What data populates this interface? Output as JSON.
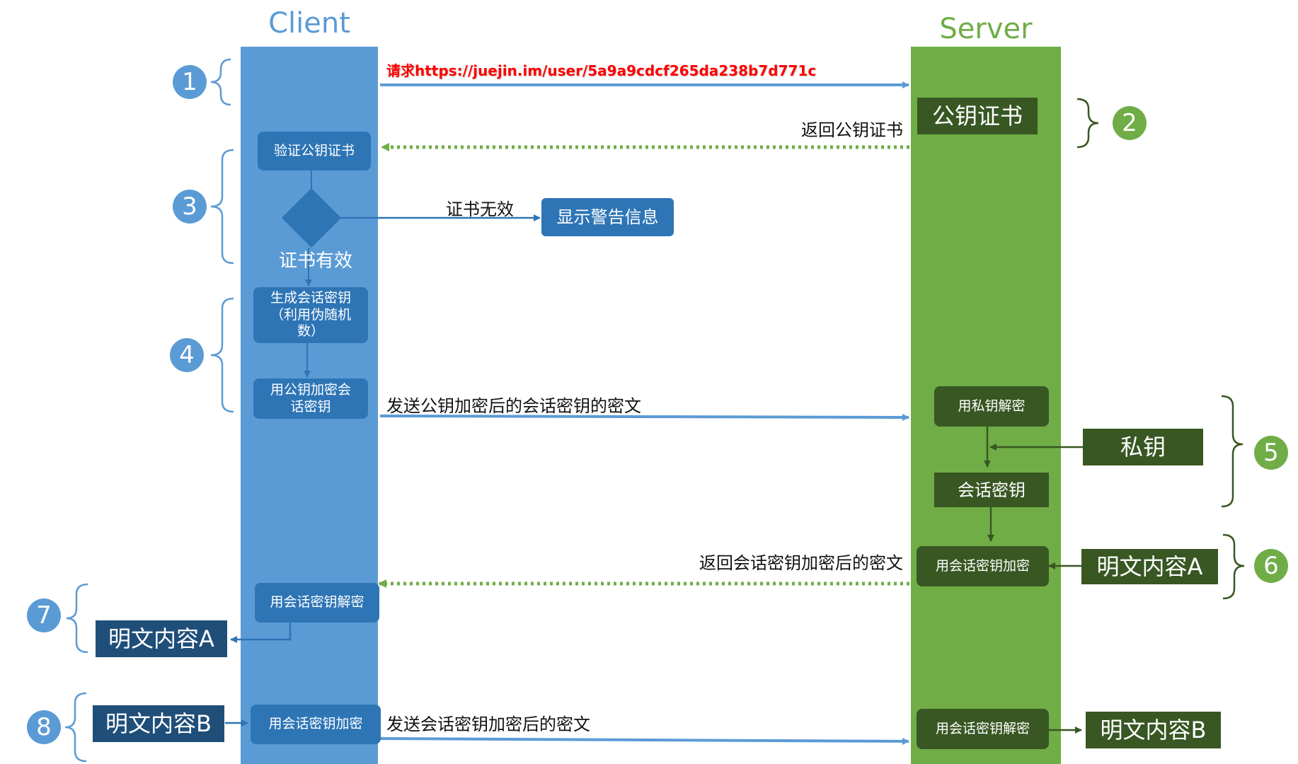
{
  "lanes": {
    "client": {
      "title": "Client",
      "color": "#5b9bd5",
      "title_color": "#5b9bd5"
    },
    "server": {
      "title": "Server",
      "color": "#70ad47",
      "title_color": "#70ad47"
    }
  },
  "client_nodes": {
    "verify_cert": "验证公钥证书",
    "cert_valid": "证书有效",
    "gen_session_key": "生成会话密钥\n（利用伪随机\n数）",
    "encrypt_session_key": "用公钥加密会\n话密钥",
    "decrypt_with_session_key": "用会话密钥解密",
    "encrypt_with_session_key": "用会话密钥加密",
    "warning": "显示警告信息"
  },
  "server_nodes": {
    "public_cert": "公钥证书",
    "decrypt_private": "用私钥解密",
    "private_key": "私钥",
    "session_key": "会话密钥",
    "encrypt_with_session_key": "用会话密钥加密",
    "plaintext_a": "明文内容A",
    "decrypt_with_session_key": "用会话密钥解密",
    "plaintext_b": "明文内容B"
  },
  "client_outputs": {
    "plaintext_a": "明文内容A",
    "plaintext_b": "明文内容B"
  },
  "messages": {
    "request": "请求https://juejin.im/user/5a9a9cdcf265da238b7d771c",
    "return_cert": "返回公钥证书",
    "cert_invalid": "证书无效",
    "send_encrypted_key": "发送公钥加密后的会话密钥的密文",
    "return_encrypted": "返回会话密钥加密后的密文",
    "send_encrypted": "发送会话密钥加密后的密文"
  },
  "badges": [
    "1",
    "2",
    "3",
    "4",
    "5",
    "6",
    "7",
    "8"
  ],
  "colors": {
    "request_text": "#ff0000",
    "arrow_blue": "#5b9bd5",
    "arrow_green_dotted": "#70ad47",
    "arrow_dark_green": "#385723",
    "client_node": "#2e75b6",
    "server_node": "#385723",
    "plaintext_block": "#1f4e79"
  }
}
